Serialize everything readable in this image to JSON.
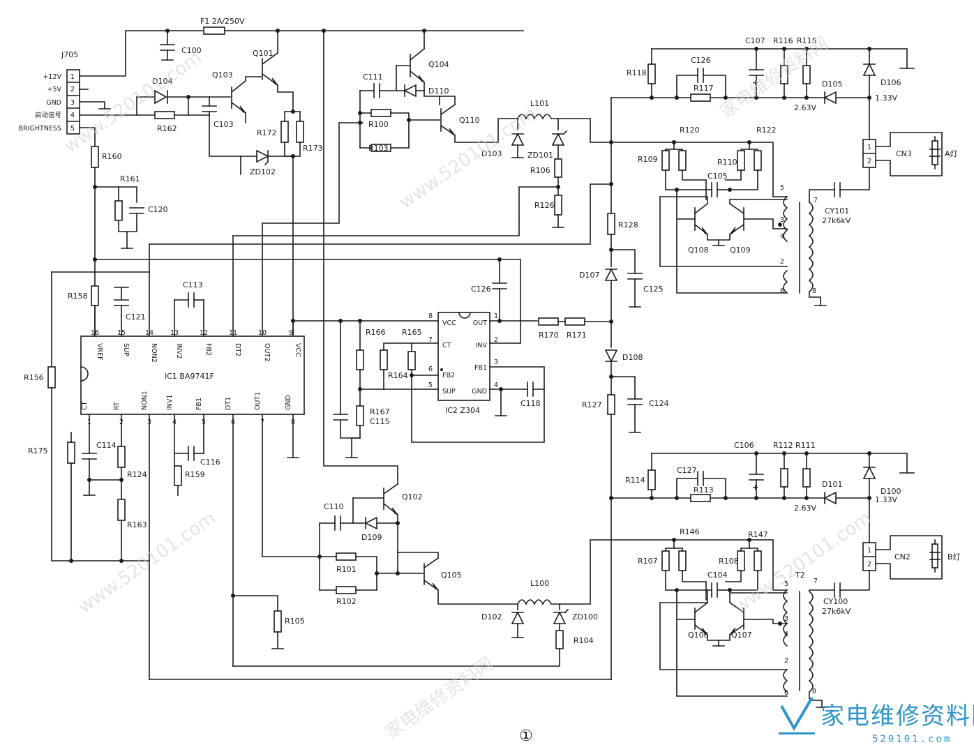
{
  "connector_j705": {
    "ref": "J705",
    "pins": [
      {
        "num": "1",
        "label": "+12V"
      },
      {
        "num": "2",
        "label": "+5V"
      },
      {
        "num": "3",
        "label": "GND"
      },
      {
        "num": "4",
        "label": "启动信号"
      },
      {
        "num": "5",
        "label": "BRIGHTNESS"
      }
    ]
  },
  "fuse": "F1  2A/250V",
  "ic1": {
    "label": "IC1  BA9741F",
    "top_pins": [
      {
        "num": "16",
        "name": "VREF"
      },
      {
        "num": "15",
        "name": "SUP"
      },
      {
        "num": "14",
        "name": "NON2"
      },
      {
        "num": "13",
        "name": "INV2"
      },
      {
        "num": "12",
        "name": "FB2"
      },
      {
        "num": "11",
        "name": "DT2"
      },
      {
        "num": "10",
        "name": "OUT2"
      },
      {
        "num": "9",
        "name": "VCC"
      }
    ],
    "bottom_pins": [
      {
        "num": "1",
        "name": "CT"
      },
      {
        "num": "2",
        "name": "RT"
      },
      {
        "num": "3",
        "name": "NON1"
      },
      {
        "num": "4",
        "name": "INV1"
      },
      {
        "num": "5",
        "name": "FB1"
      },
      {
        "num": "6",
        "name": "DT1"
      },
      {
        "num": "7",
        "name": "OUT1"
      },
      {
        "num": "8",
        "name": "GND"
      }
    ]
  },
  "ic2": {
    "label": "IC2  Z304",
    "pins": [
      {
        "num": "8",
        "name": "VCC"
      },
      {
        "num": "7",
        "name": "CT"
      },
      {
        "num": "6",
        "name": "FB2"
      },
      {
        "num": "5",
        "name": "SUP"
      },
      {
        "num": "1",
        "name": "OUT"
      },
      {
        "num": "2",
        "name": "INV"
      },
      {
        "num": "3",
        "name": "FB1"
      },
      {
        "num": "4",
        "name": "GND"
      }
    ]
  },
  "components": {
    "C100": "C100",
    "Q101": "Q101",
    "Q103": "Q103",
    "D104": "D104",
    "R162": "R162",
    "C103": "C103",
    "R172": "R172",
    "R173": "R173",
    "ZD102": "ZD102",
    "R160": "R160",
    "R161": "R161",
    "C120": "C120",
    "C111": "C111",
    "Q104": "Q104",
    "D110": "D110",
    "R100": "R100",
    "R103": "R103",
    "Q110": "Q110",
    "L101": "L101",
    "D103": "D103",
    "ZD101": "ZD101",
    "R106": "R106",
    "R126": "R126",
    "R128": "R128",
    "D107": "D107",
    "C125": "C125",
    "R118": "R118",
    "C126a": "C126",
    "R117": "R117",
    "C107": "C107",
    "R116": "R116",
    "R115": "R115",
    "D105": "D105",
    "D106": "D106",
    "V263a": "2.63V",
    "V133a": "1.33V",
    "R120": "R120",
    "R122": "R122",
    "R109": "R109",
    "R110": "R110",
    "C105": "C105",
    "Q108": "Q108",
    "Q109": "Q109",
    "CY101": "CY101",
    "CY101v": "27k6kV",
    "CN3": "CN3",
    "lampA": "A灯",
    "R158": "R158",
    "C121": "C121",
    "C113": "C113",
    "R156": "R156",
    "R175": "R175",
    "C114": "C114",
    "R124": "R124",
    "R163": "R163",
    "C116": "C116",
    "R159": "R159",
    "R166": "R166",
    "R165": "R165",
    "R164": "R164",
    "R167": "R167",
    "C115": "C115",
    "C126b": "C126",
    "C118": "C118",
    "R170": "R170",
    "R171": "R171",
    "D108": "D108",
    "R127": "R127",
    "C124": "C124",
    "C110": "C110",
    "Q102": "Q102",
    "D109": "D109",
    "R101": "R101",
    "R102": "R102",
    "Q105": "Q105",
    "R105": "R105",
    "L100": "L100",
    "D102": "D102",
    "ZD100": "ZD100",
    "R104": "R104",
    "R114": "R114",
    "C127": "C127",
    "R113": "R113",
    "C106": "C106",
    "R112": "R112",
    "R111": "R111",
    "D101": "D101",
    "D100": "D100",
    "V263b": "2.63V",
    "V133b": "1.33V",
    "R146": "R146",
    "R147": "R147",
    "R107": "R107",
    "R108": "R108",
    "C104": "C104",
    "Q106": "Q106",
    "Q107": "Q107",
    "T2": "T2",
    "CY100": "CY100",
    "CY100v": "27k6kV",
    "CN2": "CN2",
    "lampB": "B灯"
  },
  "transformer_pins": {
    "t1": [
      "5",
      "3",
      "4",
      "2",
      "6",
      "7",
      "8"
    ],
    "t2": [
      "5",
      "3",
      "4",
      "2",
      "6",
      "7",
      "8"
    ]
  },
  "connector_pins": {
    "cn3": [
      "1",
      "2"
    ],
    "cn2": [
      "1",
      "2"
    ]
  },
  "figure_number": "①",
  "watermark": {
    "text_a": "www.520101.com",
    "text_b": "家电维修资料网"
  },
  "logo": {
    "name": "家电维修资料网",
    "url": "520101.com"
  }
}
